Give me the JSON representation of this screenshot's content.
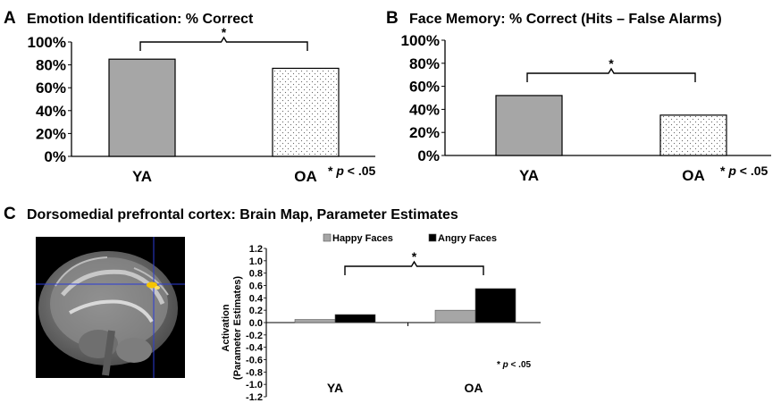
{
  "panels": {
    "a": {
      "letter": "A",
      "title": "Emotion Identification: % Correct",
      "sig_star": "*",
      "note_star": "* ",
      "note_p": "p",
      "note_rest": " < .05"
    },
    "b": {
      "letter": "B",
      "title": "Face Memory: % Correct (Hits – False Alarms)",
      "sig_star": "*",
      "note_star": "* ",
      "note_p": "p",
      "note_rest": " < .05"
    },
    "c": {
      "letter": "C",
      "title": "Dorsomedial prefrontal cortex: Brain Map, Parameter Estimates",
      "sig_star": "*",
      "note_star": "* ",
      "note_p": "p",
      "note_rest": " < .05"
    }
  },
  "colors": {
    "gray_bar": "#a6a6a6",
    "black_bar": "#000000",
    "crosshair": "#2b3bd6",
    "activation": "#f5c400"
  },
  "brain_image": {
    "kind": "sagittal MRI slice with crosshair and activation cluster"
  },
  "chart_data": [
    {
      "id": "a",
      "type": "bar",
      "categories": [
        "YA",
        "OA"
      ],
      "values": [
        85,
        77
      ],
      "patterns": [
        "solid-gray",
        "dotted"
      ],
      "ylim": [
        0,
        100
      ],
      "yticks": [
        0,
        20,
        40,
        60,
        80,
        100
      ],
      "ytick_labels": [
        "0%",
        "20%",
        "40%",
        "60%",
        "80%",
        "100%"
      ],
      "significance": {
        "between": [
          "YA",
          "OA"
        ],
        "label": "*"
      }
    },
    {
      "id": "b",
      "type": "bar",
      "categories": [
        "YA",
        "OA"
      ],
      "values": [
        52,
        35
      ],
      "patterns": [
        "solid-gray",
        "dotted"
      ],
      "ylim": [
        0,
        100
      ],
      "yticks": [
        0,
        20,
        40,
        60,
        80,
        100
      ],
      "ytick_labels": [
        "0%",
        "20%",
        "40%",
        "60%",
        "80%",
        "100%"
      ],
      "significance": {
        "between": [
          "YA",
          "OA"
        ],
        "label": "*"
      }
    },
    {
      "id": "c",
      "type": "bar",
      "categories": [
        "YA",
        "OA"
      ],
      "series": [
        {
          "name": "Happy Faces",
          "values": [
            0.05,
            0.2
          ]
        },
        {
          "name": "Angry Faces",
          "values": [
            0.13,
            0.55
          ]
        }
      ],
      "ylabel": "Activation (Parameter Estimates)",
      "ylabel_lines": [
        "Activation",
        "(Parameter Estimates)"
      ],
      "ylim": [
        -1.2,
        1.2
      ],
      "yticks": [
        -1.2,
        -1.0,
        -0.8,
        -0.6,
        -0.4,
        -0.2,
        0.0,
        0.2,
        0.4,
        0.6,
        0.8,
        1.0,
        1.2
      ],
      "ytick_labels": [
        "-1.2",
        "-1.0",
        "-0.8",
        "-0.6",
        "-0.4",
        "-0.2",
        "0.0",
        "0.2",
        "0.4",
        "0.6",
        "0.8",
        "1.0",
        "1.2"
      ],
      "legend": "top",
      "significance": {
        "between": [
          "YA",
          "OA"
        ],
        "label": "*"
      }
    }
  ]
}
